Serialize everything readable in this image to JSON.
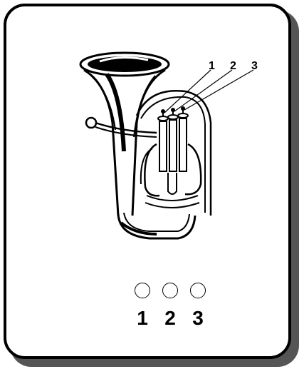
{
  "illustration": {
    "subject": "euphonium-icon",
    "valve_labels": [
      "1",
      "2",
      "3"
    ]
  },
  "fingering": {
    "keys": [
      {
        "number": "1",
        "pressed": false
      },
      {
        "number": "2",
        "pressed": false
      },
      {
        "number": "3",
        "pressed": false
      }
    ]
  },
  "colors": {
    "ink": "#000000",
    "card": "#ffffff",
    "shadow": "#555555"
  }
}
